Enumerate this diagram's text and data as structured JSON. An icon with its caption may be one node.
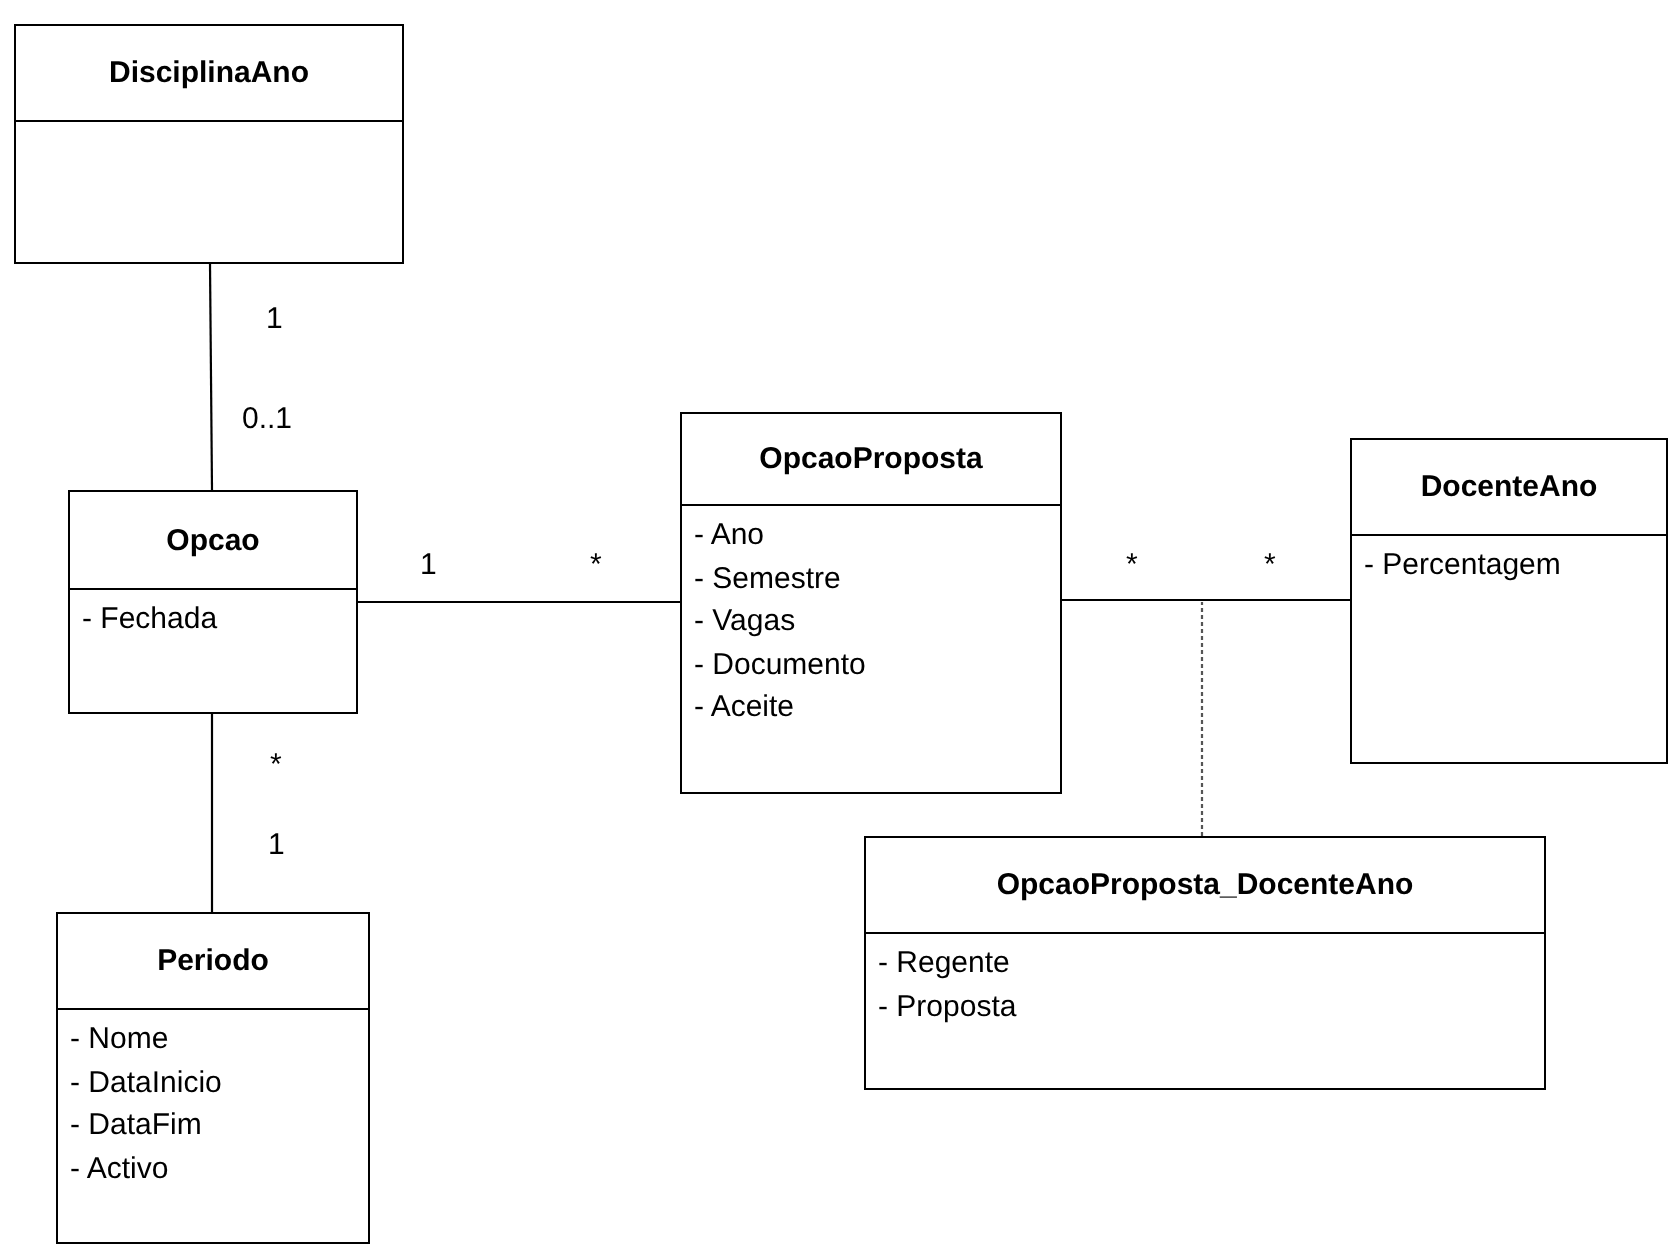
{
  "diagram": {
    "nodes": [
      {
        "text": [
          "DisciplinaAno"
        ]
      },
      {
        "text": [
          "Opcao",
          "- Fechada"
        ]
      },
      {
        "text": [
          "Periodo",
          "- Nome",
          "- DataInicio",
          "- DataFim",
          "- Activo"
        ]
      },
      {
        "text": [
          "OpcaoProposta",
          "- Ano",
          "- Semestre",
          "- Vagas",
          "- Documento",
          "- Aceite"
        ]
      },
      {
        "text": [
          "DocenteAno",
          "- Percentagem"
        ]
      },
      {
        "text": [
          "OpcaoProposta_DocenteAno",
          "- Regente",
          "- Proposta"
        ]
      }
    ],
    "edges": [
      {
        "from": 0,
        "to": 1,
        "arrow": "none"
      },
      {
        "from": 1,
        "to": 3,
        "arrow": "none"
      },
      {
        "from": 1,
        "to": 2,
        "arrow": "none"
      },
      {
        "from": 3,
        "to": 4,
        "arrow": "none"
      },
      {
        "from": 5,
        "to": null,
        "arrow": "none",
        "style": "dashed"
      }
    ],
    "labels": [
      "1",
      "0..1",
      "1",
      "*",
      "*",
      "*",
      "*",
      "1"
    ]
  }
}
